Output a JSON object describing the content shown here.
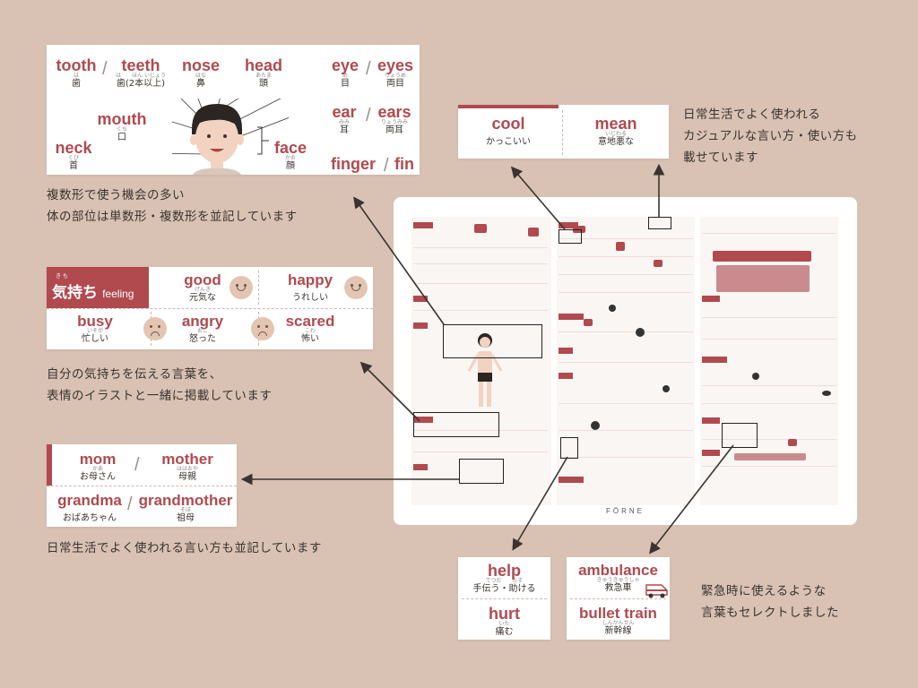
{
  "body_parts": {
    "tooth": {
      "en": "tooth",
      "ruby": "は",
      "jp": "歯"
    },
    "teeth": {
      "en": "teeth",
      "ruby": "は　　ほん いじょう",
      "jp": "歯(2本以上)"
    },
    "nose": {
      "en": "nose",
      "ruby": "はな",
      "jp": "鼻"
    },
    "head": {
      "en": "head",
      "ruby": "あたま",
      "jp": "頭"
    },
    "eye": {
      "en": "eye",
      "ruby": "め",
      "jp": "目"
    },
    "eyes": {
      "en": "eyes",
      "ruby": "りょうめ",
      "jp": "両目"
    },
    "mouth": {
      "en": "mouth",
      "ruby": "くち",
      "jp": "口"
    },
    "ear": {
      "en": "ear",
      "ruby": "みみ",
      "jp": "耳"
    },
    "ears": {
      "en": "ears",
      "ruby": "りょうみみ",
      "jp": "両耳"
    },
    "neck": {
      "en": "neck",
      "ruby": "くび",
      "jp": "首"
    },
    "face": {
      "en": "face",
      "ruby": "かお",
      "jp": "顔"
    },
    "finger": {
      "en": "finger"
    },
    "fin": {
      "en": "fin"
    }
  },
  "cool_mean": {
    "cool": {
      "en": "cool",
      "jp": "かっこいい"
    },
    "mean": {
      "en": "mean",
      "ruby": "いじわる",
      "jp": "意地悪な"
    }
  },
  "feelings": {
    "header": {
      "jp": "気持ち",
      "ruby": "き も",
      "en": "feeling"
    },
    "good": {
      "en": "good",
      "ruby": "げんき",
      "jp": "元気な"
    },
    "happy": {
      "en": "happy",
      "jp": "うれしい"
    },
    "busy": {
      "en": "busy",
      "ruby": "いそが",
      "jp": "忙しい"
    },
    "angry": {
      "en": "angry",
      "ruby": "おこ",
      "jp": "怒った"
    },
    "scared": {
      "en": "scared",
      "ruby": "こわ",
      "jp": "怖い"
    }
  },
  "family": {
    "mom": {
      "en": "mom",
      "ruby": "かあ",
      "jp": "お母さん"
    },
    "mother": {
      "en": "mother",
      "ruby": "ははおや",
      "jp": "母親"
    },
    "grandma": {
      "en": "grandma",
      "jp": "おばあちゃん"
    },
    "grandmother": {
      "en": "grandmother",
      "ruby": "そぼ",
      "jp": "祖母"
    }
  },
  "help_hurt": {
    "help": {
      "en": "help",
      "ruby": "てつだ　　たす",
      "jp": "手伝う・助ける"
    },
    "hurt": {
      "en": "hurt",
      "ruby": "いた",
      "jp": "痛む"
    }
  },
  "emergency": {
    "ambulance": {
      "en": "ambulance",
      "ruby": "きゅうきゅうしゃ",
      "jp": "救急車"
    },
    "bullet_train": {
      "en": "bullet train",
      "ruby": "しんかんせん",
      "jp": "新幹線"
    }
  },
  "captions": {
    "body_line1": "複数形で使う機会の多い",
    "body_line2": "体の部位は単数形・複数形を並記しています",
    "casual_line1": "日常生活でよく使われる",
    "casual_line2": "カジュアルな言い方・使い方も",
    "casual_line3": "載せています",
    "feeling_line1": "自分の気持ちを伝える言葉を、",
    "feeling_line2": "表情のイラストと一緒に掲載しています",
    "family_line1": "日常生活でよく使われる言い方も並記しています",
    "emergency_line1": "緊急時に使えるような",
    "emergency_line2": "言葉もセレクトしました"
  },
  "poster": {
    "brand": "FÖRNE"
  },
  "colors": {
    "background": "#d9c2b3",
    "accent": "#b04a4f",
    "card": "#ffffff"
  }
}
